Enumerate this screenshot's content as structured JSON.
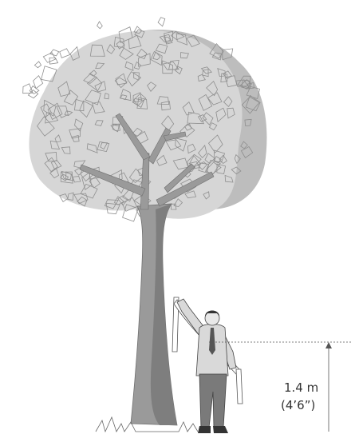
{
  "diagram": {
    "subject": "tree-with-person-measuring-trunk-height",
    "measurement": {
      "metric": "1.4 m",
      "imperial": "(4’6”)"
    },
    "colors": {
      "canopy_light": "#d6d6d6",
      "canopy_dark": "#bdbdbd",
      "trunk": "#9a9a9a",
      "trunk_dark": "#7e7e7e",
      "leaf_stroke": "#8f8f8f",
      "ink": "#333333",
      "suit": "#d9d9d9",
      "trousers": "#7a7a7a"
    }
  }
}
